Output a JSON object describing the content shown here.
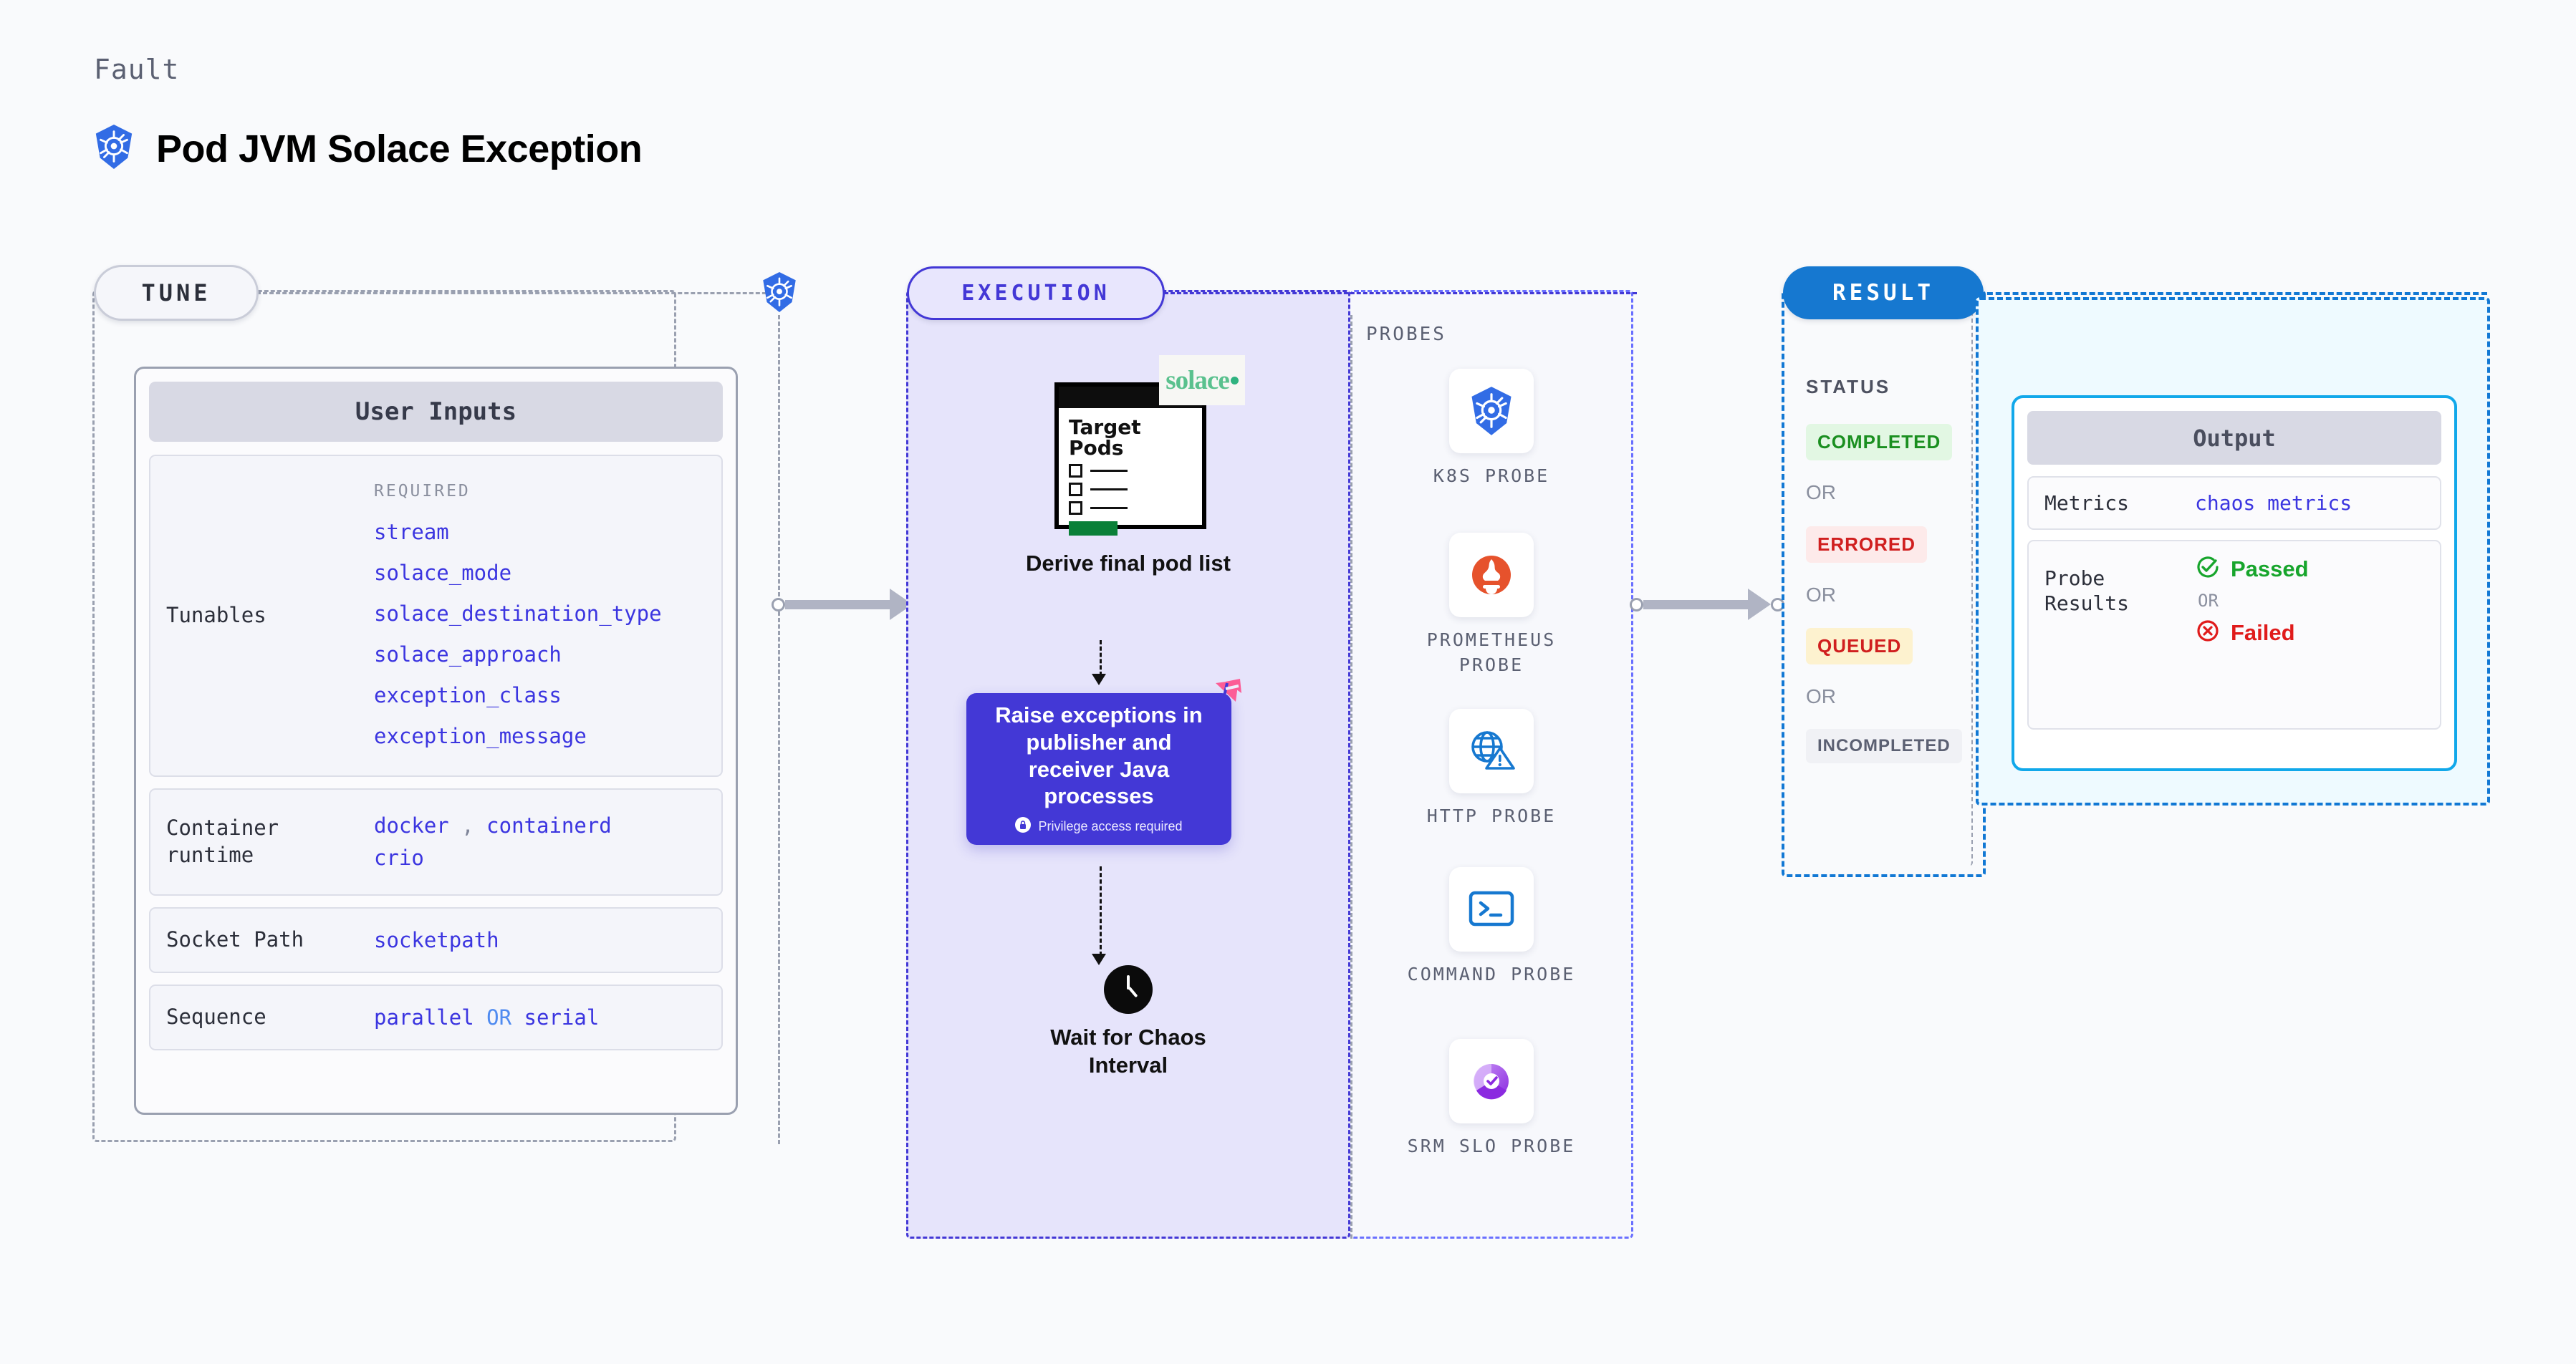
{
  "header": {
    "kicker": "Fault",
    "title": "Pod JVM Solace Exception",
    "logo_icon": "kubernetes-icon"
  },
  "tune": {
    "pill_label": "TUNE",
    "badge_icon": "kubernetes-icon",
    "card_title": "User Inputs",
    "required_tag": "REQUIRED",
    "rows": [
      {
        "label": "Tunables",
        "values": [
          "stream",
          "solace_mode",
          "solace_destination_type",
          "solace_approach",
          "exception_class",
          "exception_message"
        ]
      },
      {
        "label": "Container runtime",
        "values": [
          "docker",
          "containerd",
          "crio"
        ],
        "separator": ","
      },
      {
        "label": "Socket Path",
        "values": [
          "socketpath"
        ]
      },
      {
        "label": "Sequence",
        "values": [
          "parallel",
          "serial"
        ],
        "joiner": "OR"
      }
    ]
  },
  "execution": {
    "pill_label": "EXECUTION",
    "pods_node": {
      "card_title_line1": "Target",
      "card_title_line2": "Pods",
      "brand_label": "solace",
      "caption": "Derive final pod list"
    },
    "action_node": {
      "text": "Raise exceptions in publisher and receiver Java processes",
      "privilege_note": "Privilege access required",
      "lock_icon": "lock-icon",
      "ribbon_icon": "ribbon-icon"
    },
    "wait_node": {
      "icon": "clock-icon",
      "caption_line1": "Wait for Chaos",
      "caption_line2": "Interval"
    }
  },
  "probes": {
    "title": "PROBES",
    "items": [
      {
        "label": "K8S PROBE",
        "icon": "kubernetes-icon"
      },
      {
        "label": "PROMETHEUS PROBE",
        "icon": "prometheus-icon"
      },
      {
        "label": "HTTP PROBE",
        "icon": "http-globe-warning-icon"
      },
      {
        "label": "COMMAND PROBE",
        "icon": "terminal-icon"
      },
      {
        "label": "SRM SLO PROBE",
        "icon": "srm-slo-icon"
      }
    ]
  },
  "result": {
    "pill_label": "RESULT",
    "status_title": "STATUS",
    "or_label": "OR",
    "statuses": [
      {
        "label": "COMPLETED",
        "bg": "#e2f7e3",
        "fg": "#1a8f20"
      },
      {
        "label": "ERRORED",
        "bg": "#fdeaea",
        "fg": "#d01f1f"
      },
      {
        "label": "QUEUED",
        "bg": "#fdf2cf",
        "fg": "#d01f1f"
      },
      {
        "label": "INCOMPLETED",
        "bg": "#f0f1f5",
        "fg": "#5b6072"
      }
    ]
  },
  "output": {
    "title": "Output",
    "metrics_label": "Metrics",
    "metrics_value": "chaos metrics",
    "probe_results_label": "Probe Results",
    "passed_label": "Passed",
    "failed_label": "Failed",
    "or_label": "OR",
    "passed_icon": "check-circle-icon",
    "failed_icon": "x-circle-icon"
  },
  "colors": {
    "background": "#f9fafc",
    "tune_border": "#9aa0b0",
    "execution_accent": "#4338d6",
    "execution_fill": "#e6e4fb",
    "result_accent": "#1278d4",
    "output_accent": "#11a8ea",
    "output_fill": "#eefaff",
    "value_text": "#3b35e0",
    "kubernetes_blue": "#326ce5",
    "solace_green": "#5ac18e",
    "prometheus_orange": "#e6522c",
    "ribbon_pink": "#fc5d96"
  }
}
